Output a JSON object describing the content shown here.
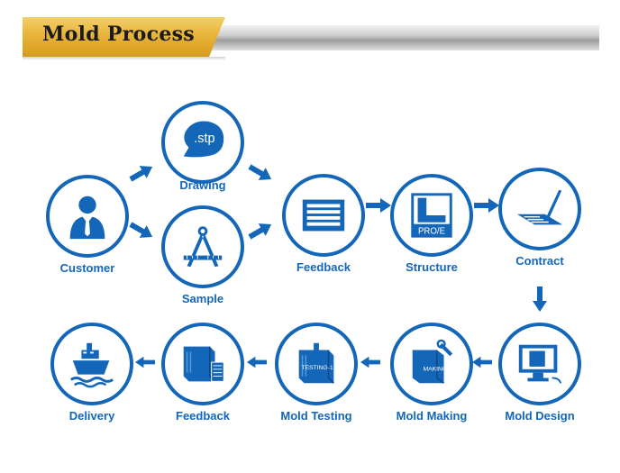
{
  "header": {
    "title": "Mold Process"
  },
  "steps": {
    "customer": "Customer",
    "drawing": "Drawing",
    "sample": "Sample",
    "feedback1": "Feedback",
    "structure": "Structure",
    "contract": "Contract",
    "mold_design": "Mold Design",
    "mold_making": "Mold Making",
    "mold_testing": "Mold Testing",
    "feedback2": "Feedback",
    "delivery": "Delivery"
  },
  "icon_text": {
    "stp": ".stp",
    "proe": "PRO/E",
    "making": "MAKING",
    "testing": "TESTING-1"
  },
  "colors": {
    "accent": "#1466b8",
    "gold": "#e8b43a"
  }
}
